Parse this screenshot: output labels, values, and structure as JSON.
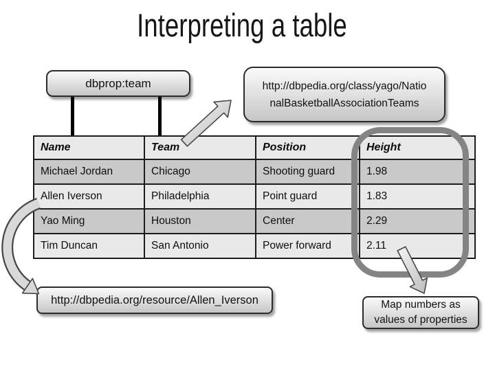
{
  "title": "Interpreting a table",
  "boxes": {
    "dbprop": "dbprop:team",
    "class_uri_line1": "http://dbpedia.org/class/yago/Natio",
    "class_uri_line2": "nalBasketballAssociationTeams",
    "resource_uri": "http://dbpedia.org/resource/Allen_Iverson",
    "map_note_line1": "Map numbers as",
    "map_note_line2": "values of properties"
  },
  "table": {
    "headers": [
      "Name",
      "Team",
      "Position",
      "Height"
    ],
    "rows": [
      [
        "Michael Jordan",
        "Chicago",
        "Shooting guard",
        "1.98"
      ],
      [
        "Allen Iverson",
        "Philadelphia",
        "Point guard",
        "1.83"
      ],
      [
        "Yao Ming",
        "Houston",
        "Center",
        "2.29"
      ],
      [
        "Tim Duncan",
        "San Antonio",
        "Power forward",
        "2.11"
      ]
    ]
  },
  "icons": {
    "diagonal_arrow": "block-arrow-up-right",
    "left_arrow": "curved-block-arrow-down-right",
    "bottom_arrow": "block-arrow-down-right"
  },
  "colors": {
    "row_shaded": "#c9c9c9",
    "row_plain": "#e9e9e9",
    "highlight_ring": "#848484",
    "node_border": "#2b2b2b",
    "arrow_fill": "#dedede",
    "arrow_outline": "#474747"
  }
}
